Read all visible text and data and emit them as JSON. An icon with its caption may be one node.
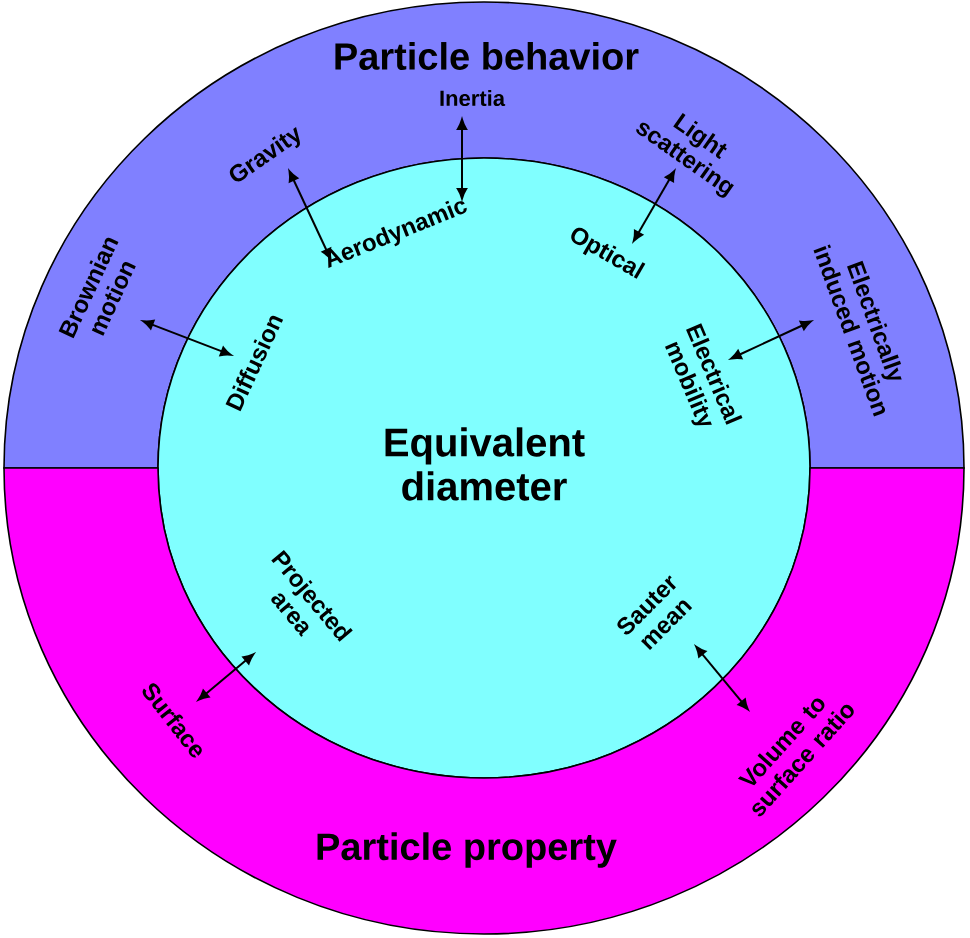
{
  "diagram": {
    "nodes": [
      {
        "text": [
          "Particle behavior"
        ]
      },
      {
        "text": [
          "Inertia"
        ],
        "in": 0
      },
      {
        "text": [
          "Gravity"
        ],
        "in": 0
      },
      {
        "text": [
          "Brownian motion"
        ],
        "in": 0
      },
      {
        "text": [
          "Light scattering"
        ],
        "in": 0
      },
      {
        "text": [
          "Electrically induced motion"
        ],
        "in": 0
      },
      {
        "text": [
          "Equivalent diameter"
        ]
      },
      {
        "text": [
          "Aerodynamic"
        ],
        "in": 6
      },
      {
        "text": [
          "Diffusion"
        ],
        "in": 6
      },
      {
        "text": [
          "Optical"
        ],
        "in": 6
      },
      {
        "text": [
          "Electrical mobility"
        ],
        "in": 6
      },
      {
        "text": [
          "Projected area"
        ],
        "in": 6
      },
      {
        "text": [
          "Sauter mean"
        ],
        "in": 6
      },
      {
        "text": [
          "Particle property"
        ]
      },
      {
        "text": [
          "Surface"
        ],
        "in": 13
      },
      {
        "text": [
          "Volume to surface ratio"
        ],
        "in": 13
      }
    ],
    "edges": [
      {
        "from": 1,
        "to": 7,
        "arrow": "both"
      },
      {
        "from": 2,
        "to": 7,
        "arrow": "both"
      },
      {
        "from": 3,
        "to": 8,
        "arrow": "both"
      },
      {
        "from": 4,
        "to": 9,
        "arrow": "both"
      },
      {
        "from": 5,
        "to": 10,
        "arrow": "both"
      },
      {
        "from": 14,
        "to": 11,
        "arrow": "both"
      },
      {
        "from": 15,
        "to": 12,
        "arrow": "both"
      }
    ]
  }
}
